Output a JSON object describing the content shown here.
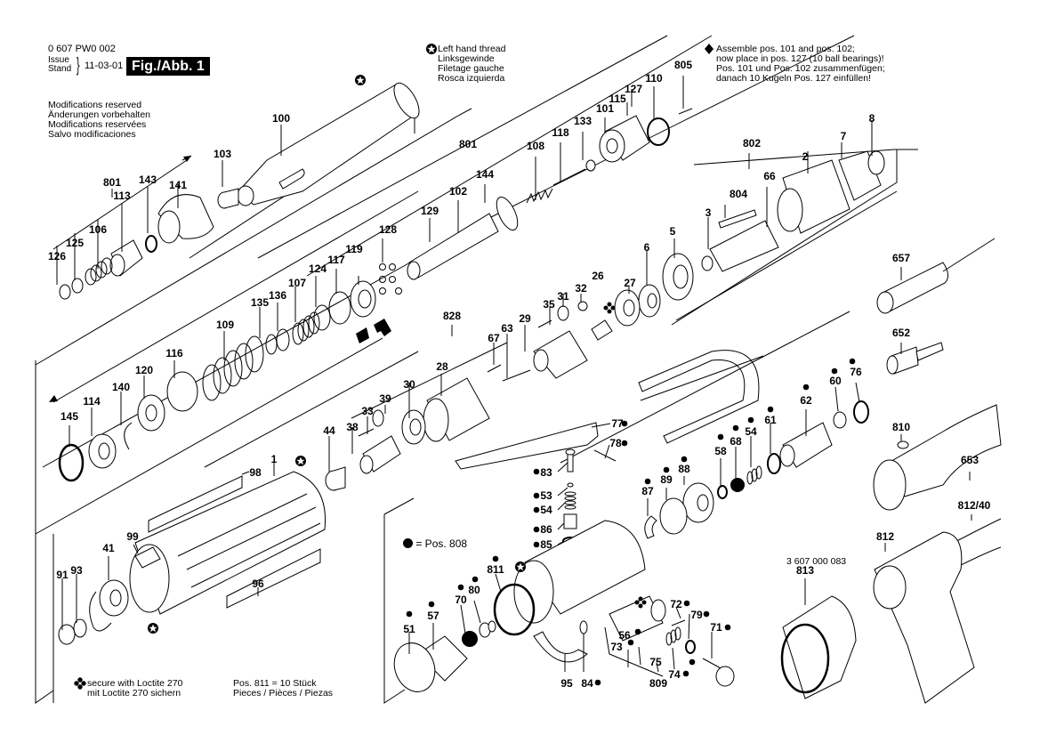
{
  "header": {
    "doc_number": "0 607 PW0 002",
    "issue_label_1": "Issue",
    "issue_label_2": "Stand",
    "issue_date": "11-03-01",
    "figure_label": "Fig./Abb. 1",
    "modifications": [
      "Modifications reserved",
      "Änderungen vorbehalten",
      "Modifications reservées",
      "Salvo modificaciones"
    ]
  },
  "notes": {
    "left_hand_thread": {
      "icon": "star-circle-icon",
      "lines": [
        "Left hand thread",
        "Linksgewinde",
        "Filetage gauche",
        "Rosca izquierda"
      ]
    },
    "assemble": {
      "icon": "diamond-icon",
      "lines": [
        "Assemble pos. 101 and pos. 102;",
        "now place in pos. 127 (10 ball bearings)!",
        "Pos. 101 und Pos. 102 zusammenfügen;",
        "danach 10 Kugeln Pos. 127 einfüllen!"
      ]
    },
    "loctite": {
      "icon": "clover-icon",
      "lines": [
        "secure with Loctite 270",
        "mit Loctite 270 sichern"
      ]
    },
    "pos811": {
      "lines": [
        "Pos. 811 = 10 Stück",
        "Pieces / Pièces / Piezas"
      ]
    },
    "pos808": {
      "icon": "filled-dot-icon",
      "text": "= Pos. 808"
    },
    "part_number_813": "3 607 000 083"
  },
  "labels": [
    {
      "t": "100"
    },
    {
      "t": "103"
    },
    {
      "t": "801"
    },
    {
      "t": "141"
    },
    {
      "t": "143"
    },
    {
      "t": "113"
    },
    {
      "t": "106"
    },
    {
      "t": "125"
    },
    {
      "t": "126"
    },
    {
      "t": "128"
    },
    {
      "t": "129"
    },
    {
      "t": "102"
    },
    {
      "t": "144"
    },
    {
      "t": "801"
    },
    {
      "t": "108"
    },
    {
      "t": "118"
    },
    {
      "t": "133"
    },
    {
      "t": "101"
    },
    {
      "t": "115"
    },
    {
      "t": "127"
    },
    {
      "t": "110"
    },
    {
      "t": "805"
    },
    {
      "t": "802"
    },
    {
      "t": "2"
    },
    {
      "t": "7"
    },
    {
      "t": "8"
    },
    {
      "t": "66"
    },
    {
      "t": "804"
    },
    {
      "t": "3"
    },
    {
      "t": "5"
    },
    {
      "t": "6"
    },
    {
      "t": "27"
    },
    {
      "t": "119"
    },
    {
      "t": "117"
    },
    {
      "t": "124"
    },
    {
      "t": "107"
    },
    {
      "t": "136"
    },
    {
      "t": "135"
    },
    {
      "t": "109"
    },
    {
      "t": "116"
    },
    {
      "t": "120"
    },
    {
      "t": "140"
    },
    {
      "t": "114"
    },
    {
      "t": "145"
    },
    {
      "t": "828"
    },
    {
      "t": "26"
    },
    {
      "t": "32"
    },
    {
      "t": "31"
    },
    {
      "t": "35"
    },
    {
      "t": "29"
    },
    {
      "t": "67"
    },
    {
      "t": "63"
    },
    {
      "t": "28"
    },
    {
      "t": "30"
    },
    {
      "t": "39"
    },
    {
      "t": "33"
    },
    {
      "t": "38"
    },
    {
      "t": "44"
    },
    {
      "t": "77"
    },
    {
      "t": "78"
    },
    {
      "t": "83"
    },
    {
      "t": "53"
    },
    {
      "t": "54"
    },
    {
      "t": "86"
    },
    {
      "t": "85"
    },
    {
      "t": "76"
    },
    {
      "t": "60"
    },
    {
      "t": "62"
    },
    {
      "t": "61"
    },
    {
      "t": "54"
    },
    {
      "t": "68"
    },
    {
      "t": "58"
    },
    {
      "t": "88"
    },
    {
      "t": "89"
    },
    {
      "t": "87"
    },
    {
      "t": "657"
    },
    {
      "t": "652"
    },
    {
      "t": "653"
    },
    {
      "t": "810"
    },
    {
      "t": "812/40"
    },
    {
      "t": "812"
    },
    {
      "t": "813"
    },
    {
      "t": "1"
    },
    {
      "t": "98"
    },
    {
      "t": "99"
    },
    {
      "t": "41"
    },
    {
      "t": "93"
    },
    {
      "t": "91"
    },
    {
      "t": "96"
    },
    {
      "t": "811"
    },
    {
      "t": "80"
    },
    {
      "t": "70"
    },
    {
      "t": "57"
    },
    {
      "t": "51"
    },
    {
      "t": "95"
    },
    {
      "t": "84"
    },
    {
      "t": "56"
    },
    {
      "t": "73"
    },
    {
      "t": "809"
    },
    {
      "t": "75"
    },
    {
      "t": "74"
    },
    {
      "t": "72"
    },
    {
      "t": "79"
    },
    {
      "t": "71"
    }
  ]
}
